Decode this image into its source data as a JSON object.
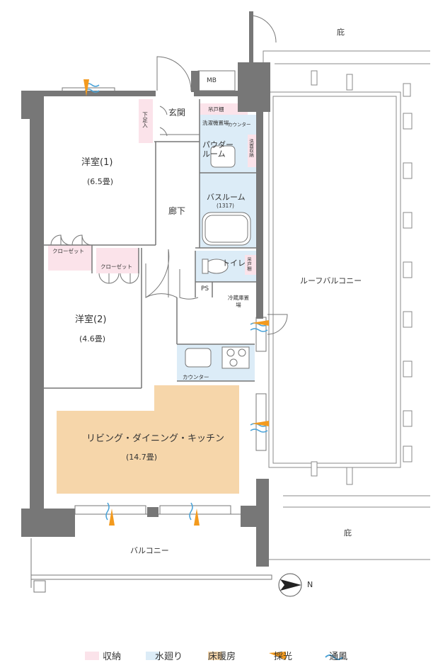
{
  "rooms": {
    "western1": {
      "name": "洋室(1)",
      "size": "(6.5畳)"
    },
    "western2": {
      "name": "洋室(2)",
      "size": "(4.6畳)"
    },
    "ldk": {
      "name": "リビング・ダイニング・キッチン",
      "size": "(14.7畳)"
    },
    "hallway": "廊下",
    "entrance": "玄関",
    "powder": "パウダールーム",
    "bath": {
      "name": "バスルーム",
      "size": "(1317)"
    },
    "toilet": "トイレ",
    "balcony": "バルコニー",
    "roof_balcony": "ルーフバルコニー"
  },
  "labels": {
    "eaves_top": "庇",
    "eaves_bottom": "庇",
    "mb": "MB",
    "ps": "PS",
    "closet1": "クローゼット",
    "closet2": "クローゼット",
    "shoe_box": "下足入",
    "upper_cab1": "吊戸棚",
    "upper_cab2": "吊戸棚",
    "washer": "洗濯機置場",
    "vanity_counter": "カウンター",
    "linen": "洗面収納",
    "fridge": "冷蔵庫置場",
    "kitchen_counter": "カウンター",
    "north": "N"
  },
  "legend": [
    {
      "label": "収納",
      "color": "#fbe3ea",
      "kind": "fill"
    },
    {
      "label": "水廻り",
      "color": "#dcecf7",
      "kind": "fill"
    },
    {
      "label": "床暖房",
      "color": "#f6d6aa",
      "kind": "fill"
    },
    {
      "label": "採光",
      "color": "#f39a1e",
      "kind": "triangle"
    },
    {
      "label": "通風",
      "color": "#4aa3d8",
      "kind": "wave"
    }
  ],
  "colors": {
    "wall": "#555555",
    "storage": "#fbe3ea",
    "water": "#dcecf7",
    "floor_heating": "#f6d6aa",
    "light": "#f39a1e",
    "wind": "#4aa3d8"
  }
}
